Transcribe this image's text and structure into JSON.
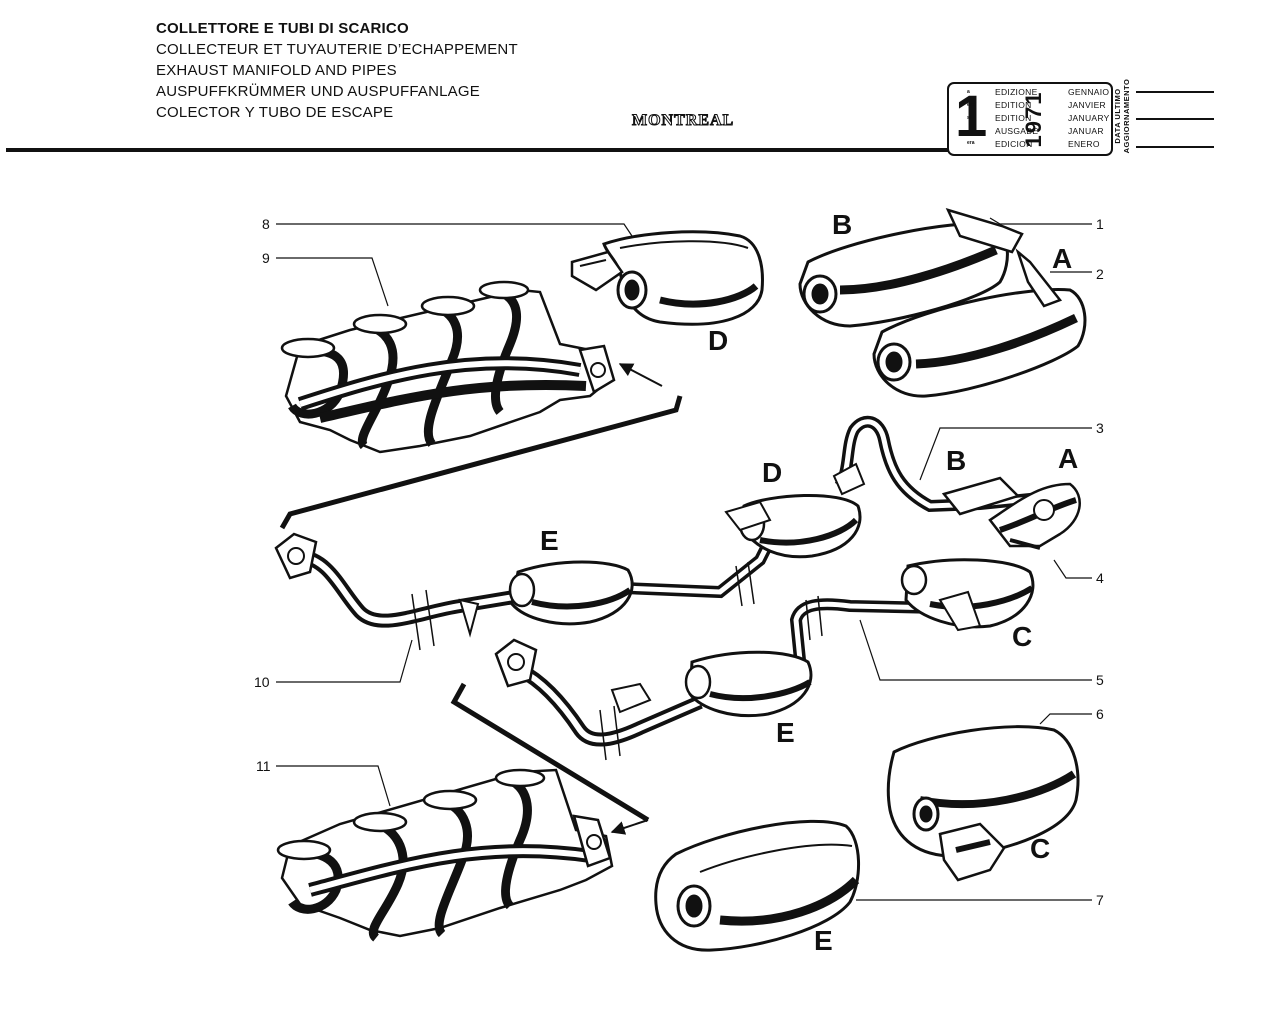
{
  "header": {
    "title_lines": [
      "COLLETTORE E TUBI DI SCARICO",
      "COLLECTEUR ET TUYAUTERIE D’ECHAPPEMENT",
      "EXHAUST MANIFOLD AND PIPES",
      "AUSPUFFKRÜMMER UND AUSPUFFANLAGE",
      "COLECTOR Y TUBO DE ESCAPE"
    ],
    "brand_logo": "MONTREAL"
  },
  "edition_stamp": {
    "edition_number": "1",
    "ordinal_suffixes": [
      "a",
      "ere",
      "st",
      ".",
      "era"
    ],
    "edition_words": [
      "EDIZIONE",
      "EDITION",
      "EDITION",
      "AUSGABE",
      "EDICION"
    ],
    "year": "1971",
    "months": [
      "GENNAIO",
      "JANVIER",
      "JANUARY",
      "JANUAR",
      "ENERO"
    ],
    "update_label_lines": [
      "DATA ULTIMO",
      "AGGIORNAMENTO"
    ]
  },
  "callouts": [
    "1",
    "2",
    "3",
    "4",
    "5",
    "6",
    "7",
    "8",
    "9",
    "10",
    "11"
  ],
  "section_letters": {
    "top_B": "B",
    "top_A": "A",
    "top_D": "D",
    "mid_D": "D",
    "mid_B": "B",
    "mid_A": "A",
    "mid_E": "E",
    "mid_C": "C",
    "low_E": "E",
    "bot_C": "C",
    "bot_E": "E"
  }
}
